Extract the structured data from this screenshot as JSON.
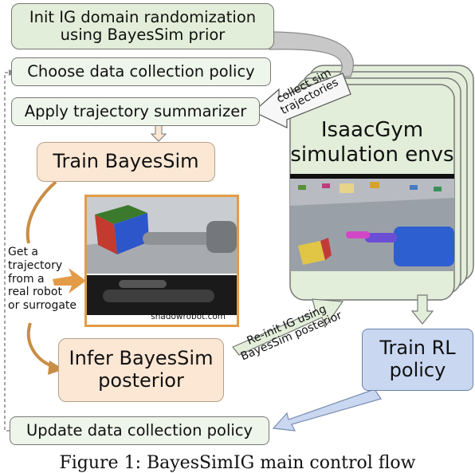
{
  "colors": {
    "green_box": "#e2eed9",
    "peach_box": "#fbe7d4",
    "blue_box": "#c9d7f0",
    "sim_panel": "#e2eed9",
    "photo_frame": "#e39b47"
  },
  "boxes": {
    "init_ig": {
      "line1": "Init IG domain randomization",
      "line2": "using BayesSim prior"
    },
    "choose_policy": "Choose data collection policy",
    "apply_summarizer": "Apply trajectory summarizer",
    "train_bayessim": "Train BayesSim",
    "infer_posterior": {
      "line1": "Infer BayesSim",
      "line2": "posterior"
    },
    "train_rl": {
      "line1": "Train RL",
      "line2": "policy"
    },
    "update_policy": "Update data collection policy"
  },
  "sim_panel": {
    "line1": "IsaacGym",
    "line2": "simulation envs"
  },
  "arrow_labels": {
    "collect_sim": {
      "line1": "collect sim",
      "line2": "trajectories"
    },
    "reinit_ig": {
      "line1": "Re-init IG using",
      "line2": "BayesSim posterior"
    }
  },
  "side_note": {
    "lines": [
      "Get a",
      "trajectory",
      "from a",
      "real robot",
      "or surrogate"
    ]
  },
  "photo": {
    "credit": "shadowrobot.com"
  },
  "caption": "Figure 1: BayesSimIG main control flow"
}
